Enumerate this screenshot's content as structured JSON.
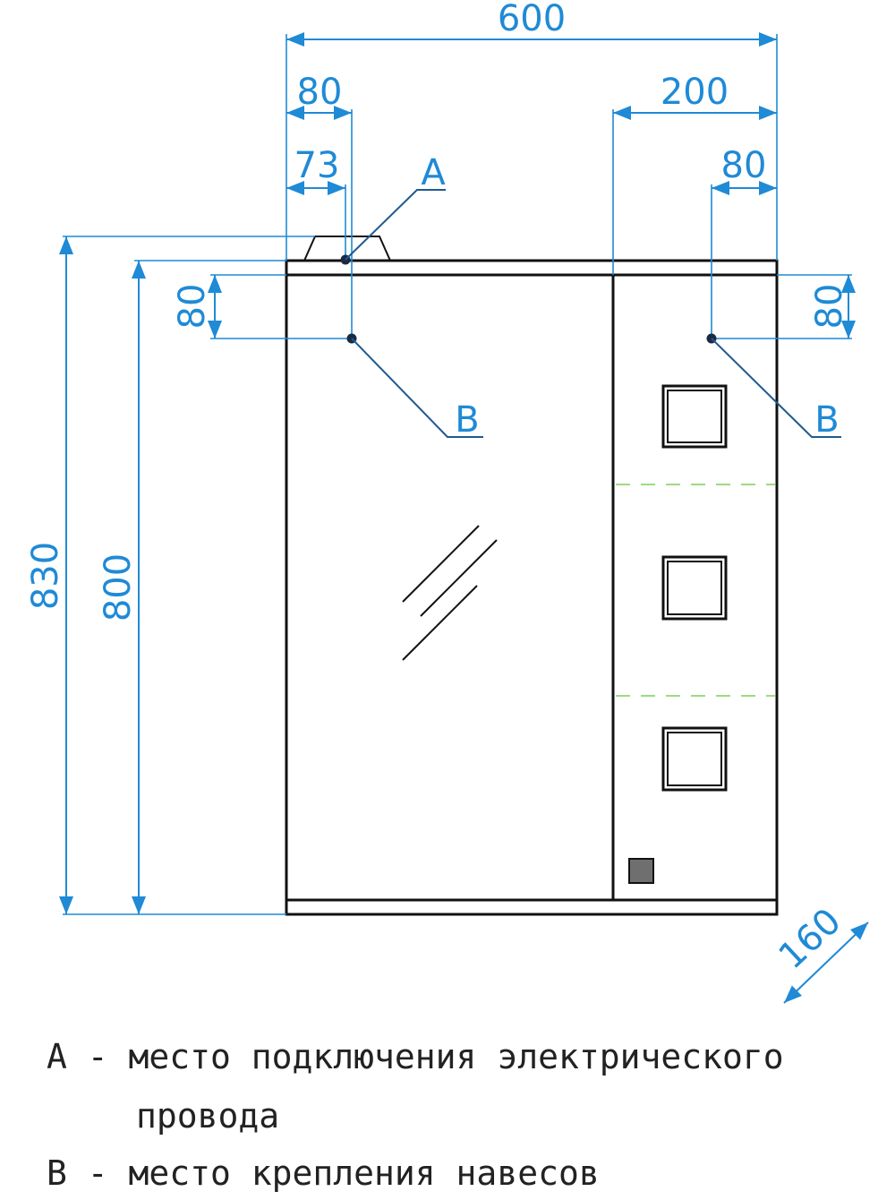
{
  "dimensions": {
    "overall_width": "600",
    "left_offset_80": "80",
    "left_offset_73": "73",
    "right_section_width": "200",
    "right_offset_80": "80",
    "left_vertical_80": "80",
    "right_vertical_80": "80",
    "overall_height": "830",
    "body_height": "800",
    "depth": "160"
  },
  "callouts": {
    "a": "A",
    "b_left": "B",
    "b_right": "B"
  },
  "legend": {
    "line1": "A - место подключения электрического",
    "line2": "провода",
    "line3": "B - место крепления навесов"
  },
  "colors": {
    "dimension": "#1f8ad6",
    "outline": "#111111",
    "shelf_marks": "#7ccf5a"
  }
}
